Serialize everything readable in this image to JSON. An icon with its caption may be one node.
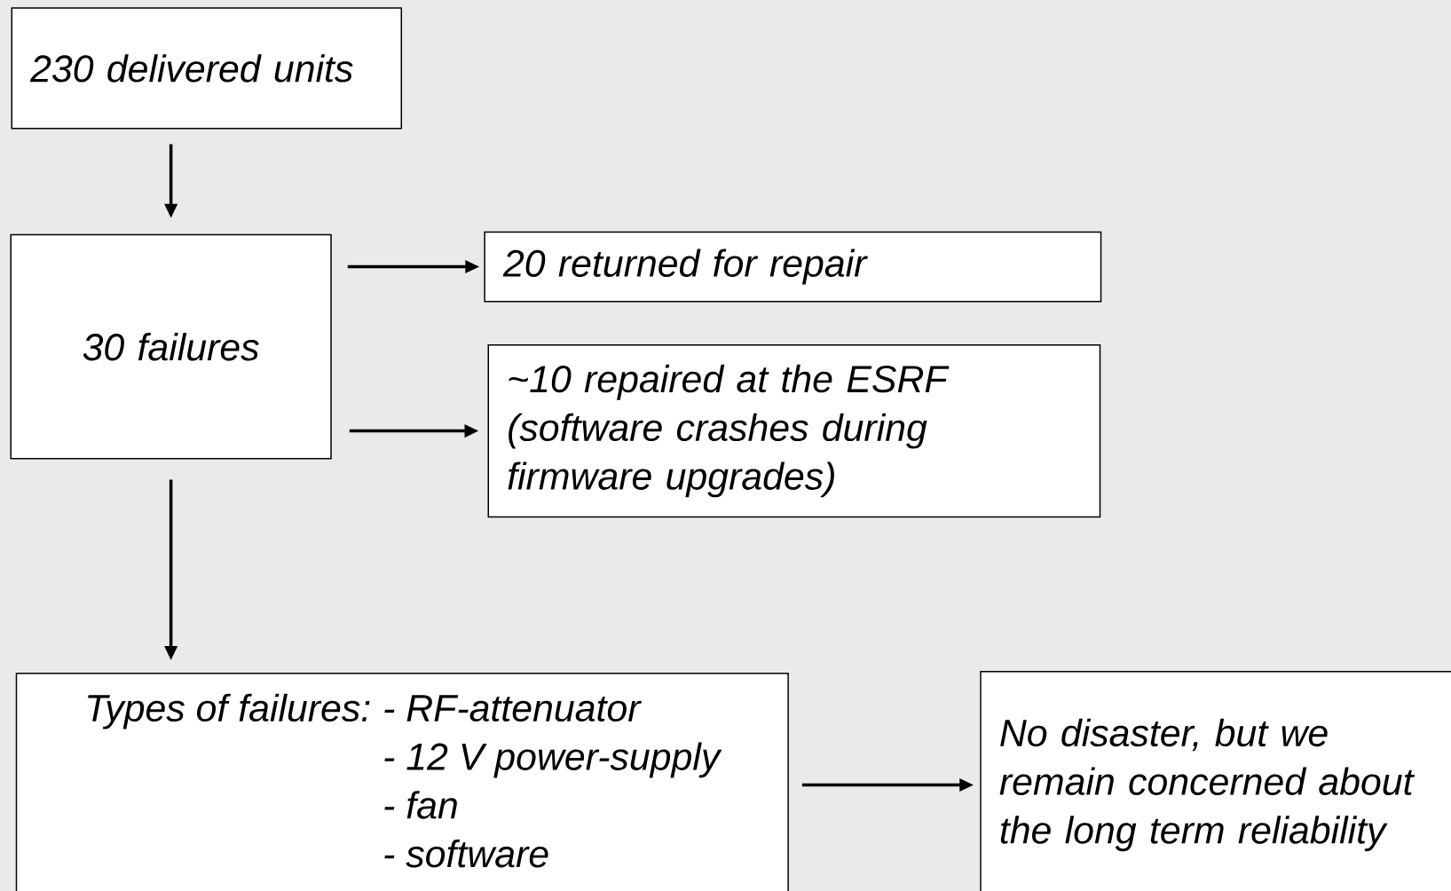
{
  "diagram": {
    "nodes": [
      {
        "text": [
          "230 delivered units"
        ]
      },
      {
        "text": [
          "30 failures"
        ]
      },
      {
        "text": [
          "20 returned for repair"
        ]
      },
      {
        "text": [
          "~10 repaired at the ESRF (software crashes during firmware upgrades)"
        ]
      },
      {
        "text": [
          "Types of failures:",
          "- RF-attenuator",
          "- 12 V power-supply",
          "- fan",
          "- software"
        ]
      },
      {
        "text": [
          "No disaster, but we remain concerned about the long term reliability"
        ]
      }
    ],
    "edges": [
      {
        "from": 0,
        "to": 1,
        "arrow": "to"
      },
      {
        "from": 1,
        "to": 2,
        "arrow": "to"
      },
      {
        "from": 1,
        "to": 3,
        "arrow": "to"
      },
      {
        "from": 1,
        "to": 4,
        "arrow": "to"
      },
      {
        "from": 4,
        "to": 5,
        "arrow": "to"
      }
    ]
  }
}
